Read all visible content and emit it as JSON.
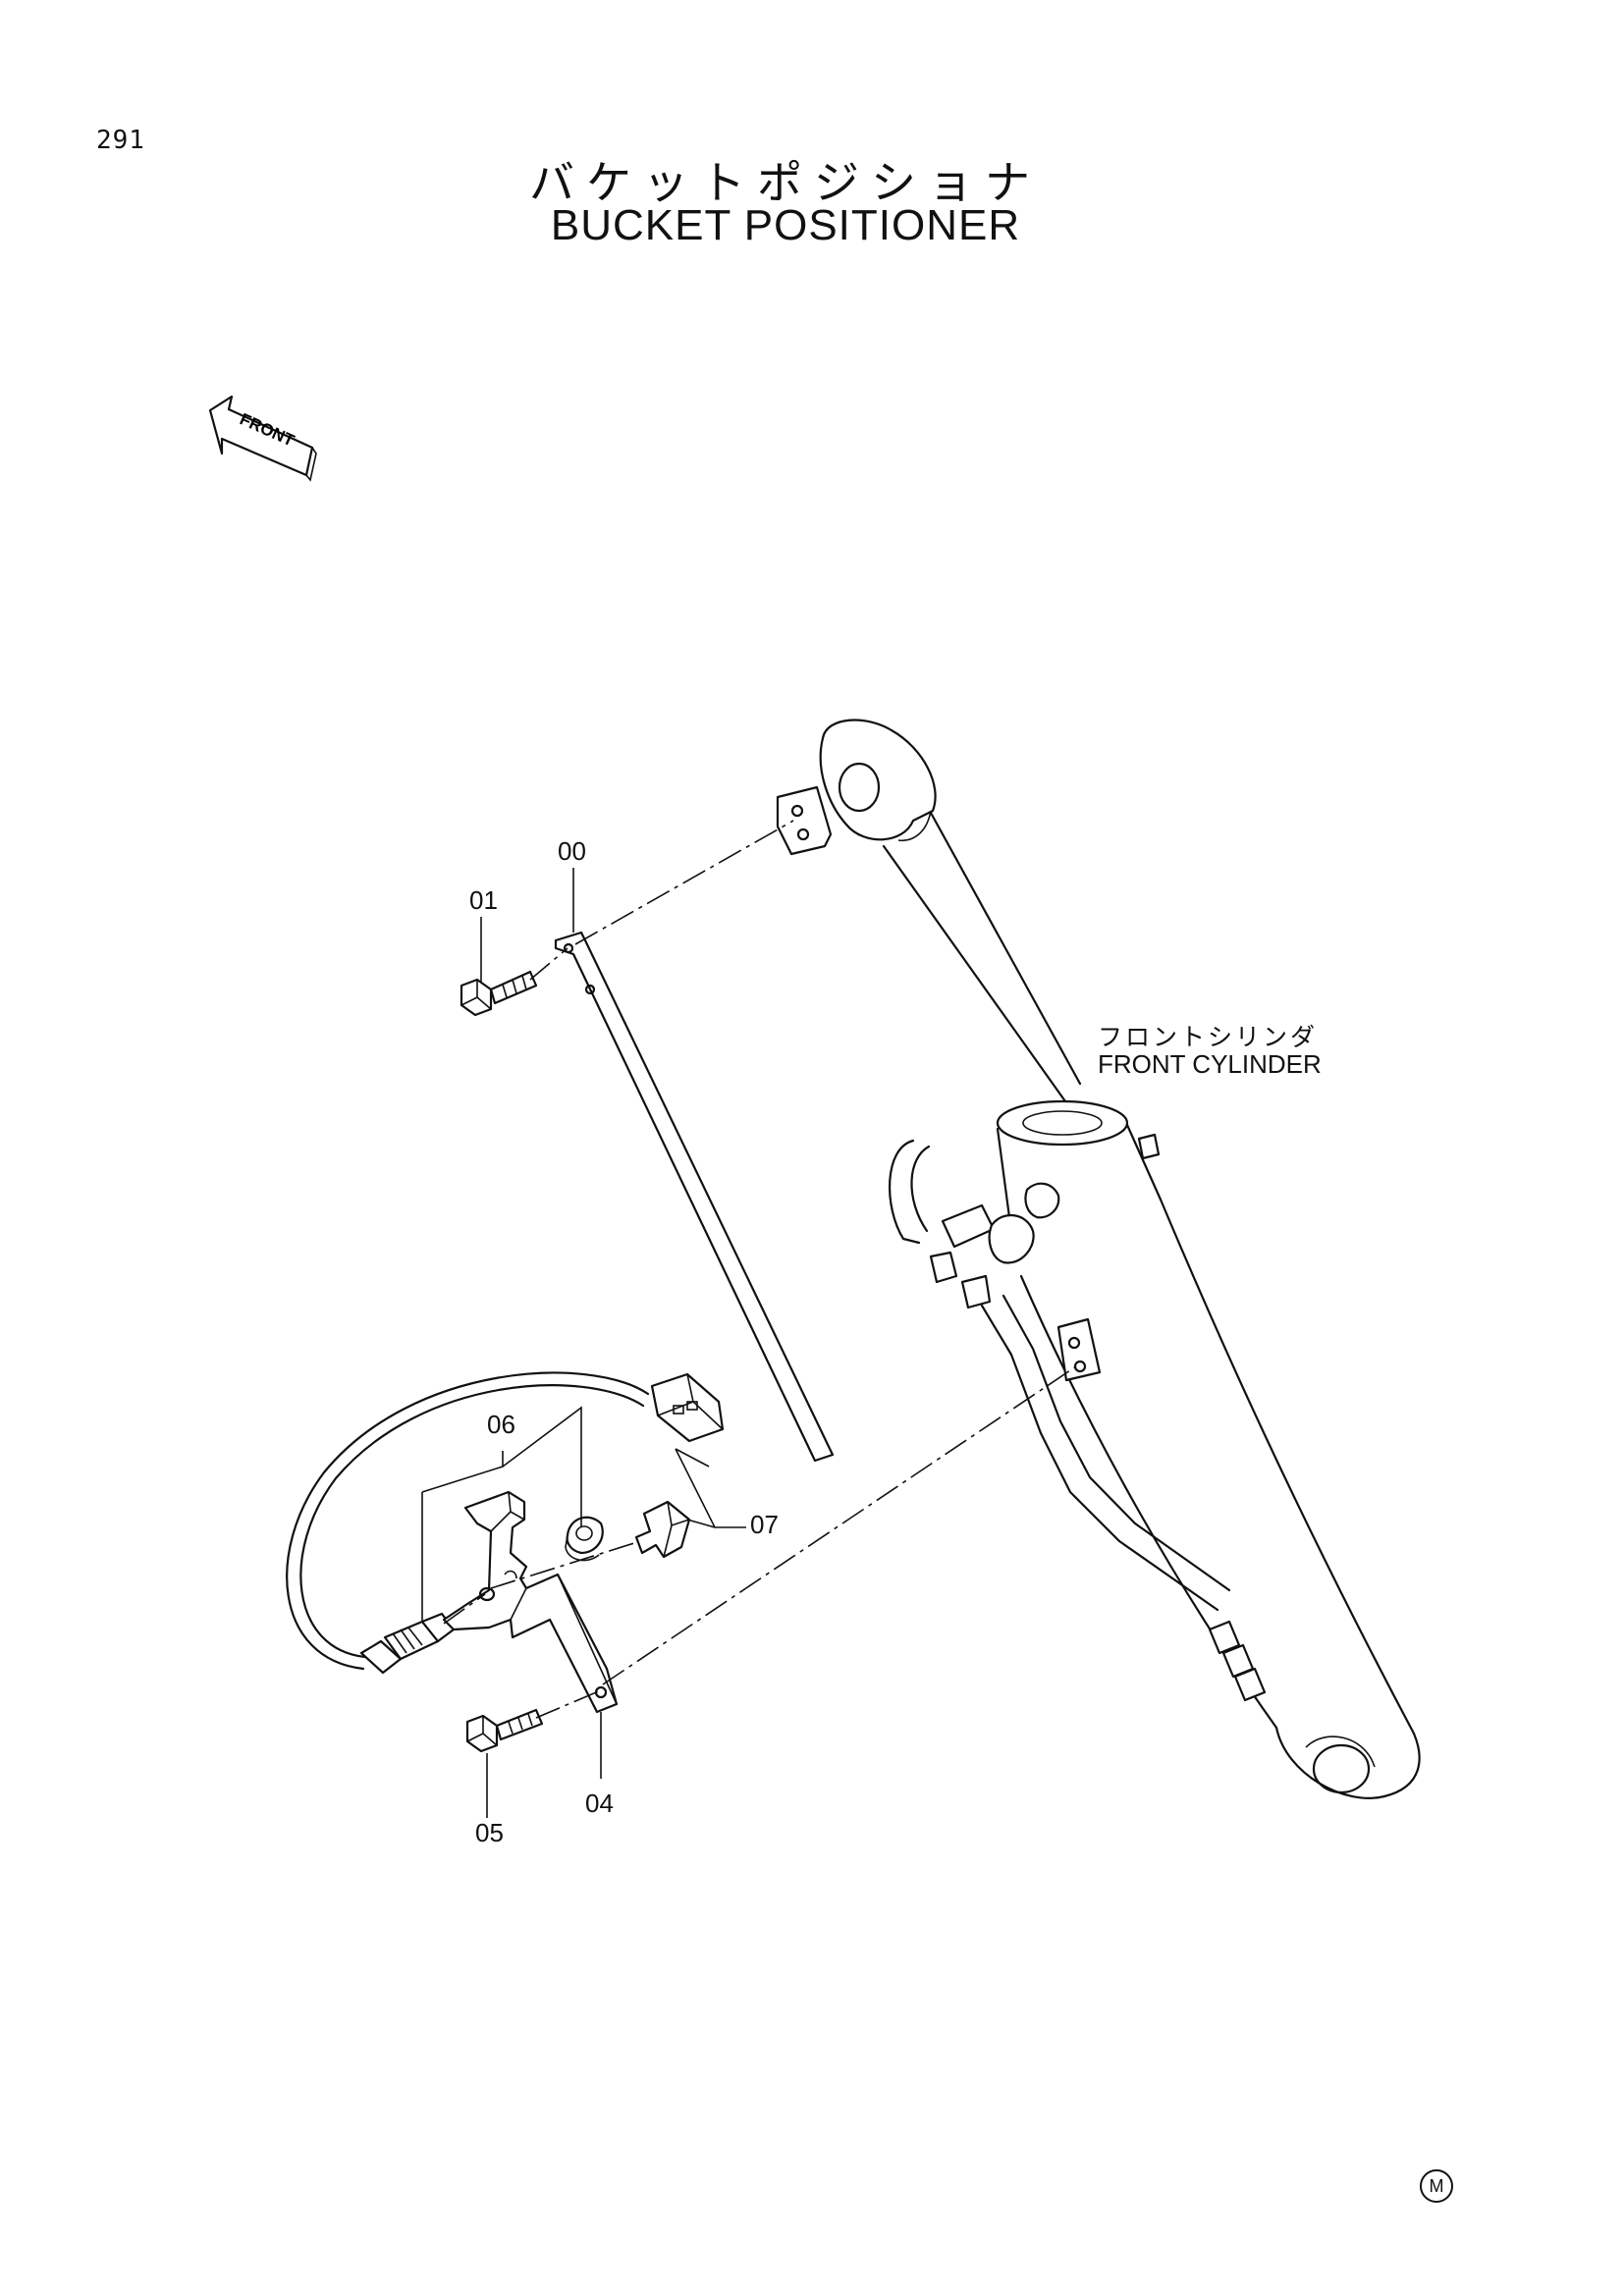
{
  "page_number": "291",
  "title_jp": "バケットポジショナ",
  "title_en": "BUCKET POSITIONER",
  "front_arrow_label": "FRONT",
  "cylinder_label_jp": "フロントシリンダ",
  "cylinder_label_en": "FRONT CYLINDER",
  "callouts": {
    "c00": "00",
    "c01": "01",
    "c04": "04",
    "c05": "05",
    "c06": "06",
    "c07": "07"
  },
  "mark": "M"
}
